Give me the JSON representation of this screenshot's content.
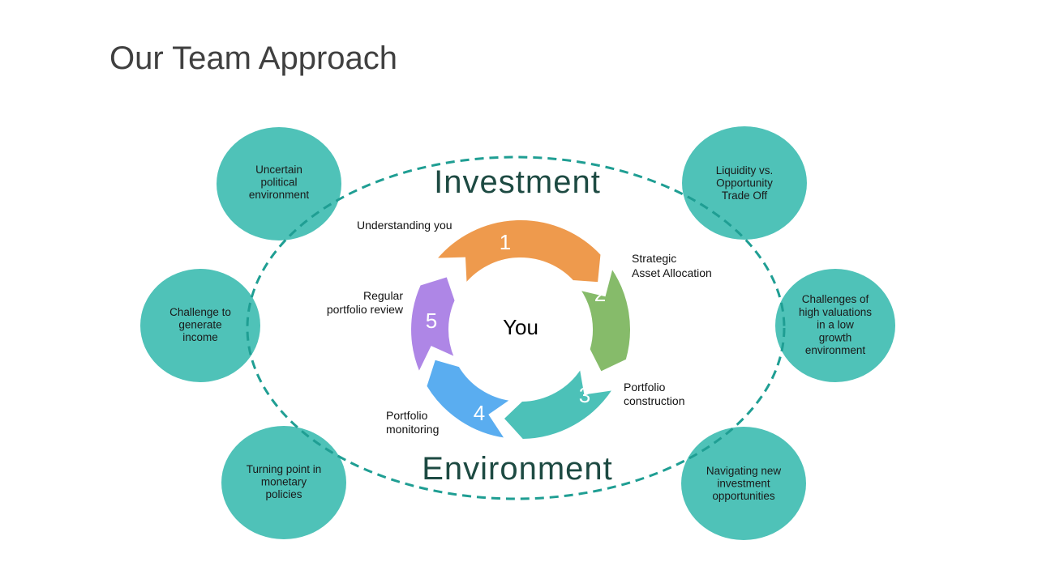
{
  "title": "Our Team Approach",
  "ring": {
    "top_label": "Investment",
    "bottom_label": "Environment"
  },
  "hub": {
    "label": "You"
  },
  "colors": {
    "bubble": "#4fc2b8",
    "dash": "#1f9e93",
    "step1": "#ee9a4d",
    "step2": "#86bb6a",
    "step3": "#4cc1b8",
    "step4": "#5aadf0",
    "step5": "#ae86e6"
  },
  "bubbles": {
    "top_left": [
      "Uncertain",
      "political",
      "environment"
    ],
    "mid_left": [
      "Challenge to",
      "generate",
      "income"
    ],
    "bottom_left": [
      "Turning point in",
      "monetary",
      "policies"
    ],
    "top_right": [
      "Liquidity vs.",
      "Opportunity",
      "Trade Off"
    ],
    "mid_right": [
      "Challenges of",
      "high valuations",
      "in a low",
      "growth",
      "environment"
    ],
    "bottom_right": [
      "Navigating new",
      "investment",
      "opportunities"
    ]
  },
  "steps": [
    {
      "number": "1",
      "label": [
        "Understanding you"
      ]
    },
    {
      "number": "2",
      "label": [
        "Strategic",
        "Asset Allocation"
      ]
    },
    {
      "number": "3",
      "label": [
        "Portfolio",
        "construction"
      ]
    },
    {
      "number": "4",
      "label": [
        "Portfolio",
        "monitoring"
      ]
    },
    {
      "number": "5",
      "label": [
        "Regular",
        "portfolio review"
      ]
    }
  ]
}
